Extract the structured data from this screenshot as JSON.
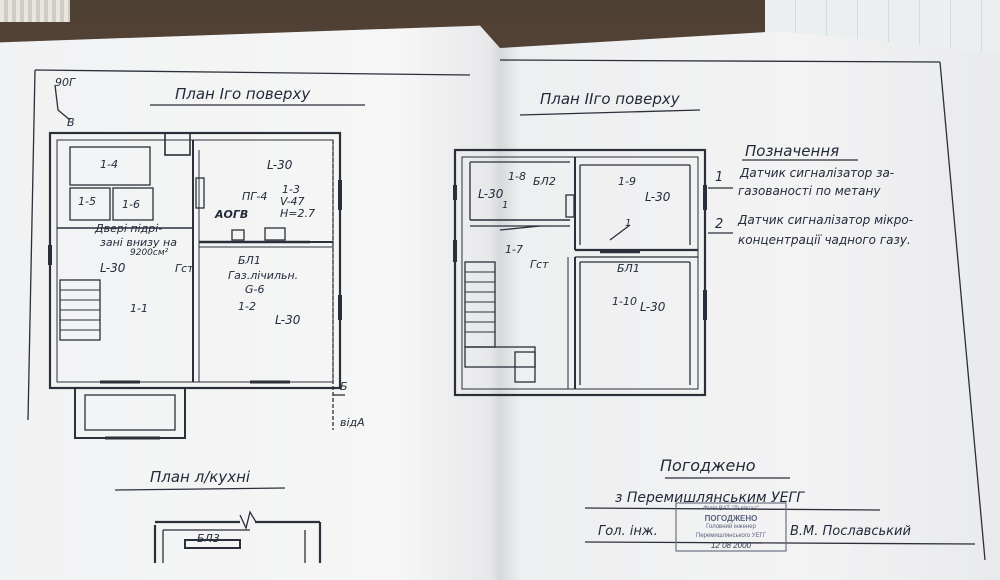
{
  "left_plan": {
    "title": "План Іго поверху",
    "corner_tag": "90Г",
    "corner_letter": "В",
    "rooms": {
      "r14": "1-4",
      "r15": "1-5",
      "r16": "1-6",
      "r11": "1-1",
      "r13": "1-3",
      "r12": "1-2"
    },
    "labels": {
      "l30_top": "L-30",
      "l30_left": "L-30",
      "l30_right": "L-30",
      "v_vol": "V-47",
      "h_val": "Н=2.7",
      "pg4": "ПГ-4",
      "aogv": "АОГВ",
      "door_note_1": "Двері підрі-",
      "door_note_2": "зані внизу на",
      "door_note_3": "9200см²",
      "gst": "Гст",
      "bl1": "БЛ1",
      "gas_meter": "Газ.лічильн.",
      "g6": "G-6",
      "b_letter": "Б",
      "vida": "відА"
    }
  },
  "right_plan": {
    "title": "План IIго поверху",
    "rooms": {
      "r18": "1-8",
      "r19": "1-9",
      "r17": "1-7",
      "r110": "1-10"
    },
    "labels": {
      "l30_a": "L-30",
      "l30_b": "L-30",
      "l30_c": "L-30",
      "bl2": "БЛ2",
      "bl1": "БЛ1",
      "gst": "Гст",
      "one_a": "1",
      "one_b": "1"
    }
  },
  "legend": {
    "title": "Позначення",
    "items": [
      {
        "num": "1",
        "line1": "Датчик сигналізатор за-",
        "line2": "газованості по метану"
      },
      {
        "num": "2",
        "line1": "Датчик сигналізатор мікро-",
        "line2": "концентрації чадного газу."
      }
    ]
  },
  "kitchen": {
    "title": "План л/кухні",
    "bl3": "БЛ3"
  },
  "approval": {
    "agreed": "Погоджено",
    "org": "з Перемишлянським УЕГГ",
    "engineer_label": "Гол. інж.",
    "signer": "В.М. Пославський",
    "stamp_line1": "Філія ВАТ \"Львівгаз\"",
    "stamp_line2": "ПОГОДЖЕНО",
    "stamp_line3": "Головний інженер",
    "stamp_line4": "Перемишлянського УЕГГ",
    "stamp_date": "12  08  2000"
  }
}
